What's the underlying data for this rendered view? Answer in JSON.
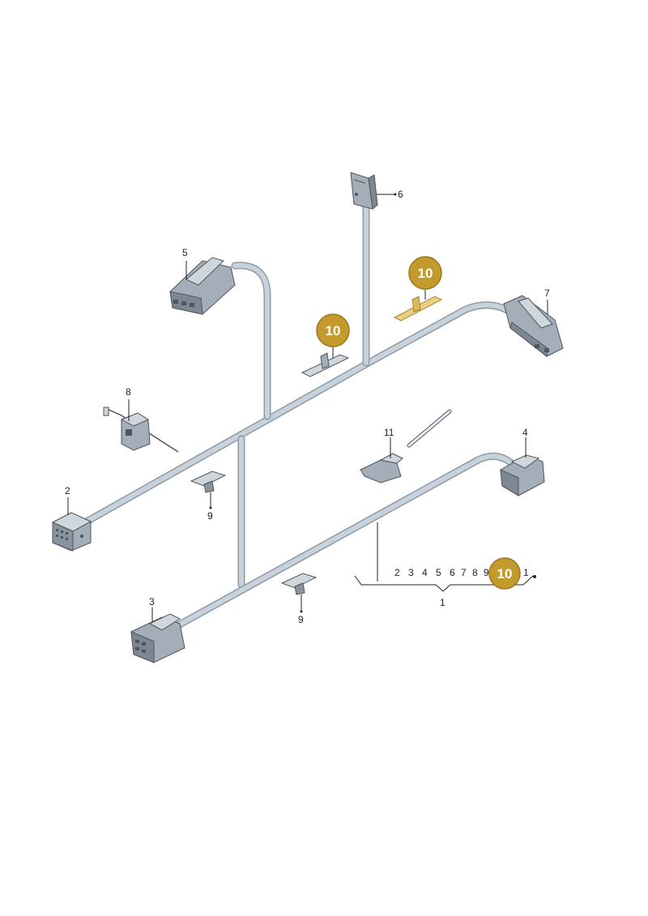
{
  "callouts": {
    "c1": "1",
    "c2": "2",
    "c3": "3",
    "c4": "4",
    "c5": "5",
    "c6": "6",
    "c7": "7",
    "c8": "8",
    "c9a": "9",
    "c9b": "9",
    "c11": "11"
  },
  "badges": {
    "b1": "10",
    "b2": "10",
    "b3": "10"
  },
  "group": {
    "items": [
      "2",
      "3",
      "4",
      "5",
      "6",
      "7",
      "8",
      "9"
    ],
    "trailing": "1",
    "label": "1"
  },
  "colors": {
    "cable": "#c8d2da",
    "cable_edge": "#8e9aa5",
    "badge": "#c49a2c",
    "highlight": "#e7cf86"
  }
}
